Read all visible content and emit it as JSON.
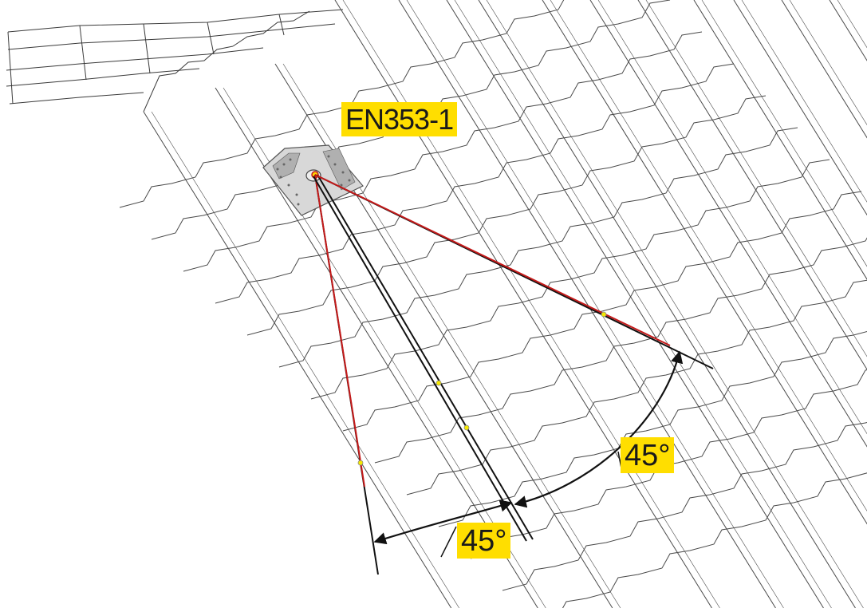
{
  "labels": {
    "standard": "EN353-1",
    "angle_right": "45°",
    "angle_left": "45°"
  },
  "colors": {
    "label_bg": "#ffde00",
    "line": "#111111",
    "red_line": "#c41a1a",
    "marker": "#f5e800"
  },
  "icons": {
    "anchor": "roof-anchor-plate-icon"
  }
}
